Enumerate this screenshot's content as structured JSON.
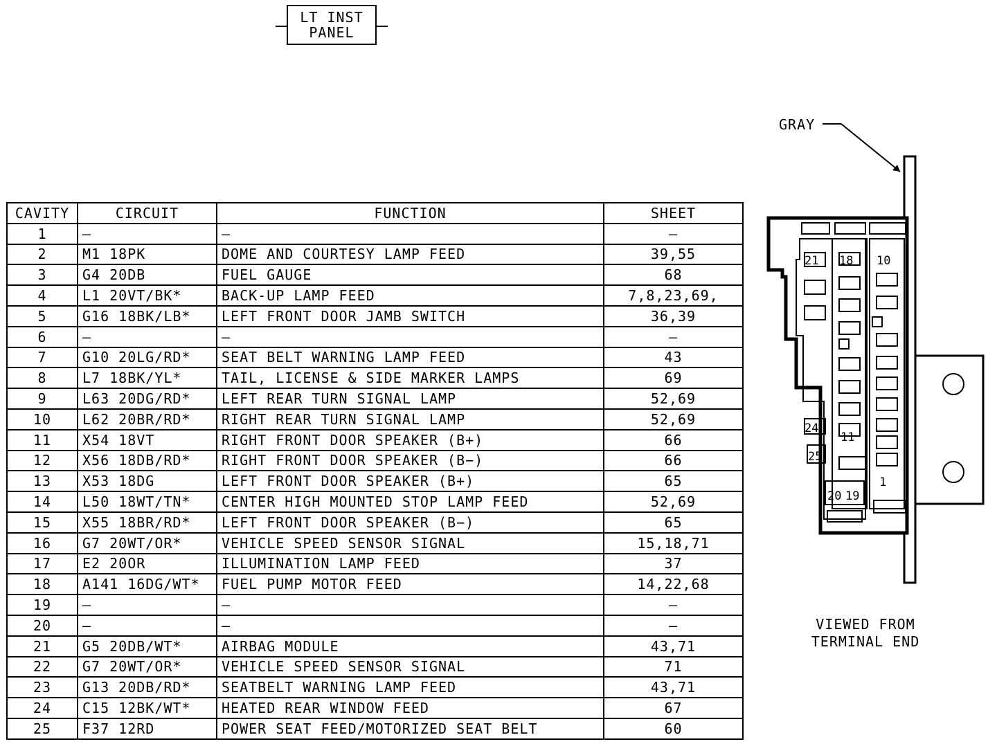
{
  "connector": {
    "name_line1": "LT INST",
    "name_line2": "PANEL",
    "color_label": "GRAY",
    "view_line1": "VIEWED FROM",
    "view_line2": "TERMINAL END",
    "cavity_numbers": [
      "21",
      "18",
      "10",
      "24",
      "11",
      "25",
      "20",
      "19",
      "1"
    ]
  },
  "table": {
    "headers": {
      "cavity": "CAVITY",
      "circuit": "CIRCUIT",
      "function": "FUNCTION",
      "sheet": "SHEET"
    },
    "rows": [
      {
        "cavity": "1",
        "circuit": "—",
        "function": "—",
        "sheet": "—"
      },
      {
        "cavity": "2",
        "circuit": "M1 18PK",
        "function": "DOME AND COURTESY LAMP FEED",
        "sheet": "39,55"
      },
      {
        "cavity": "3",
        "circuit": "G4 20DB",
        "function": "FUEL GAUGE",
        "sheet": "68"
      },
      {
        "cavity": "4",
        "circuit": "L1 20VT/BK*",
        "function": "BACK-UP LAMP FEED",
        "sheet": "7,8,23,69,"
      },
      {
        "cavity": "5",
        "circuit": "G16 18BK/LB*",
        "function": "LEFT FRONT DOOR JAMB SWITCH",
        "sheet": "36,39"
      },
      {
        "cavity": "6",
        "circuit": "—",
        "function": "—",
        "sheet": "—"
      },
      {
        "cavity": "7",
        "circuit": "G10 20LG/RD*",
        "function": "SEAT BELT WARNING LAMP FEED",
        "sheet": "43"
      },
      {
        "cavity": "8",
        "circuit": "L7 18BK/YL*",
        "function": "TAIL, LICENSE & SIDE MARKER LAMPS",
        "sheet": "69"
      },
      {
        "cavity": "9",
        "circuit": "L63 20DG/RD*",
        "function": "LEFT REAR TURN SIGNAL LAMP",
        "sheet": "52,69"
      },
      {
        "cavity": "10",
        "circuit": "L62 20BR/RD*",
        "function": "RIGHT REAR TURN SIGNAL LAMP",
        "sheet": "52,69"
      },
      {
        "cavity": "11",
        "circuit": "X54 18VT",
        "function": "RIGHT FRONT DOOR SPEAKER (B+)",
        "sheet": "66"
      },
      {
        "cavity": "12",
        "circuit": "X56 18DB/RD*",
        "function": "RIGHT FRONT DOOR SPEAKER (B−)",
        "sheet": "66"
      },
      {
        "cavity": "13",
        "circuit": "X53 18DG",
        "function": "LEFT FRONT DOOR SPEAKER (B+)",
        "sheet": "65"
      },
      {
        "cavity": "14",
        "circuit": "L50 18WT/TN*",
        "function": "CENTER HIGH MOUNTED STOP LAMP FEED",
        "sheet": "52,69"
      },
      {
        "cavity": "15",
        "circuit": "X55 18BR/RD*",
        "function": "LEFT FRONT DOOR SPEAKER (B−)",
        "sheet": "65"
      },
      {
        "cavity": "16",
        "circuit": "G7 20WT/OR*",
        "function": "VEHICLE SPEED SENSOR SIGNAL",
        "sheet": "15,18,71"
      },
      {
        "cavity": "17",
        "circuit": "E2 20OR",
        "function": "ILLUMINATION LAMP FEED",
        "sheet": "37"
      },
      {
        "cavity": "18",
        "circuit": "A141 16DG/WT*",
        "function": "FUEL PUMP MOTOR FEED",
        "sheet": "14,22,68"
      },
      {
        "cavity": "19",
        "circuit": "—",
        "function": "—",
        "sheet": "—"
      },
      {
        "cavity": "20",
        "circuit": "—",
        "function": "—",
        "sheet": "—"
      },
      {
        "cavity": "21",
        "circuit": "G5 20DB/WT*",
        "function": "AIRBAG MODULE",
        "sheet": "43,71"
      },
      {
        "cavity": "22",
        "circuit": "G7 20WT/OR*",
        "function": "VEHICLE SPEED SENSOR SIGNAL",
        "sheet": "71"
      },
      {
        "cavity": "23",
        "circuit": "G13 20DB/RD*",
        "function": "SEATBELT WARNING LAMP FEED",
        "sheet": "43,71"
      },
      {
        "cavity": "24",
        "circuit": "C15 12BK/WT*",
        "function": "HEATED REAR WINDOW FEED",
        "sheet": "67"
      },
      {
        "cavity": "25",
        "circuit": "F37 12RD",
        "function": "POWER SEAT FEED/MOTORIZED SEAT BELT",
        "sheet": "60"
      }
    ]
  }
}
